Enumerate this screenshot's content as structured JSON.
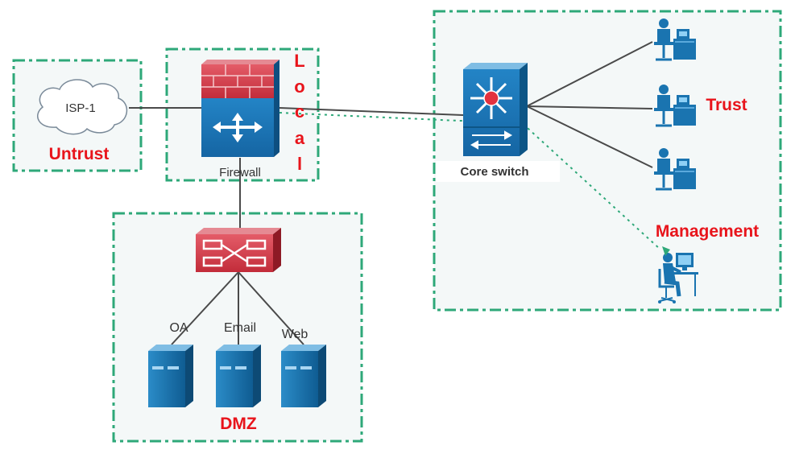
{
  "colors": {
    "zone_border": "#2ea879",
    "zone_fill": "#f4f8f8",
    "zone_label": "#e8141b",
    "link": "#4a4a4a",
    "mgmt_link": "#2ea879",
    "device_blue": "#1a74b0",
    "device_red": "#d63d4a"
  },
  "zones": {
    "untrust": "Untrust",
    "local_letters": [
      "L",
      "o",
      "c",
      "a",
      "l"
    ],
    "dmz": "DMZ",
    "trust": "Trust",
    "management": "Management"
  },
  "devices": {
    "isp": {
      "label": "ISP-1",
      "icon": "cloud-icon"
    },
    "firewall": {
      "label": "Firewall",
      "icon": "firewall-icon"
    },
    "core_switch": {
      "label": "Core switch",
      "icon": "core-switch-icon"
    },
    "dmz_switch": {
      "icon": "switch-icon"
    },
    "servers": [
      {
        "label": "OA",
        "icon": "server-icon"
      },
      {
        "label": "Email",
        "icon": "server-icon"
      },
      {
        "label": "Web",
        "icon": "server-icon"
      }
    ],
    "trust_users": [
      {
        "icon": "user-pc-icon"
      },
      {
        "icon": "user-pc-icon"
      },
      {
        "icon": "user-pc-icon"
      }
    ],
    "admin": {
      "icon": "admin-user-icon"
    }
  }
}
